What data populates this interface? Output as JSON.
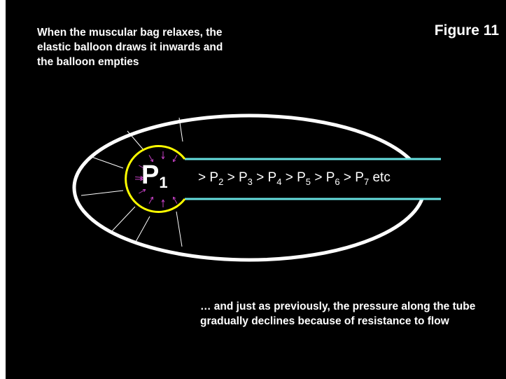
{
  "figure_title": "Figure 11",
  "caption_top": "When the muscular bag relaxes, the elastic balloon draws it inwards and the balloon empties",
  "caption_bottom": "… and just as previously, the pressure along the tube gradually declines because of resistance to flow",
  "bag_label": {
    "letter": "P",
    "subscript": "1"
  },
  "pressure_chain": [
    {
      "sep": ">",
      "letter": "P",
      "sub": "2"
    },
    {
      "sep": ">",
      "letter": "P",
      "sub": "3"
    },
    {
      "sep": ">",
      "letter": "P",
      "sub": "4"
    },
    {
      "sep": ">",
      "letter": "P",
      "sub": "5"
    },
    {
      "sep": ">",
      "letter": "P",
      "sub": "6"
    },
    {
      "sep": ">",
      "letter": "P",
      "sub": "7"
    }
  ],
  "chain_suffix": "etc",
  "colors": {
    "background": "#000000",
    "balloon": "#ffffff",
    "bag": "#ffff00",
    "tube": "#66e0e0",
    "arrows": "#c040c0",
    "text": "#ffffff"
  }
}
